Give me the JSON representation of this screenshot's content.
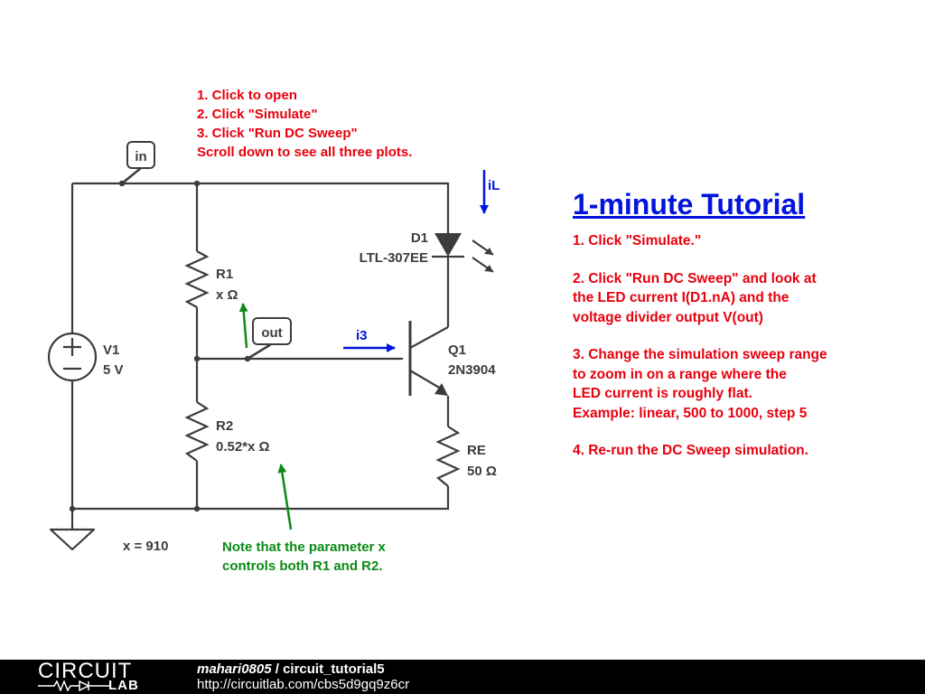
{
  "schematic": {
    "flags": {
      "in": "in",
      "out": "out"
    },
    "instructions": [
      "1. Click to open",
      "2. Click \"Simulate\"",
      "3. Click \"Run DC Sweep\"",
      "Scroll down to see all three plots."
    ],
    "current_labels": {
      "iL": "iL",
      "i3": "i3"
    },
    "components": {
      "d1": {
        "name": "D1",
        "value": "LTL-307EE"
      },
      "r1": {
        "name": "R1",
        "value": "x Ω"
      },
      "r2": {
        "name": "R2",
        "value": "0.52*x Ω"
      },
      "v1": {
        "name": "V1",
        "value": "5 V"
      },
      "q1": {
        "name": "Q1",
        "value": "2N3904"
      },
      "re": {
        "name": "RE",
        "value": "50 Ω"
      }
    },
    "parameter": "x = 910",
    "note": [
      "Note that the parameter x",
      "controls both R1 and R2."
    ]
  },
  "tutorial": {
    "title": "1-minute Tutorial",
    "steps": [
      "1. Click \"Simulate.\"",
      "2. Click \"Run DC Sweep\" and look at\nthe LED current I(D1.nA) and the\nvoltage divider output V(out)",
      "3. Change the simulation sweep range\nto zoom in on a range where the\nLED current is roughly flat.\nExample: linear, 500 to 1000, step 5",
      "4. Re-run the DC Sweep simulation."
    ]
  },
  "footer": {
    "logo_top": "CIRCUIT",
    "logo_bottom": "LAB",
    "user": "mahari0805",
    "separator": " / ",
    "circuit_name": "circuit_tutorial5",
    "url": "http://circuitlab.com/cbs5d9gq9z6cr"
  },
  "colors": {
    "wire": "#3c3c3c",
    "instruction": "#e8000d",
    "current": "#0014dc",
    "note": "#0a8a14",
    "footer": "#000000"
  }
}
